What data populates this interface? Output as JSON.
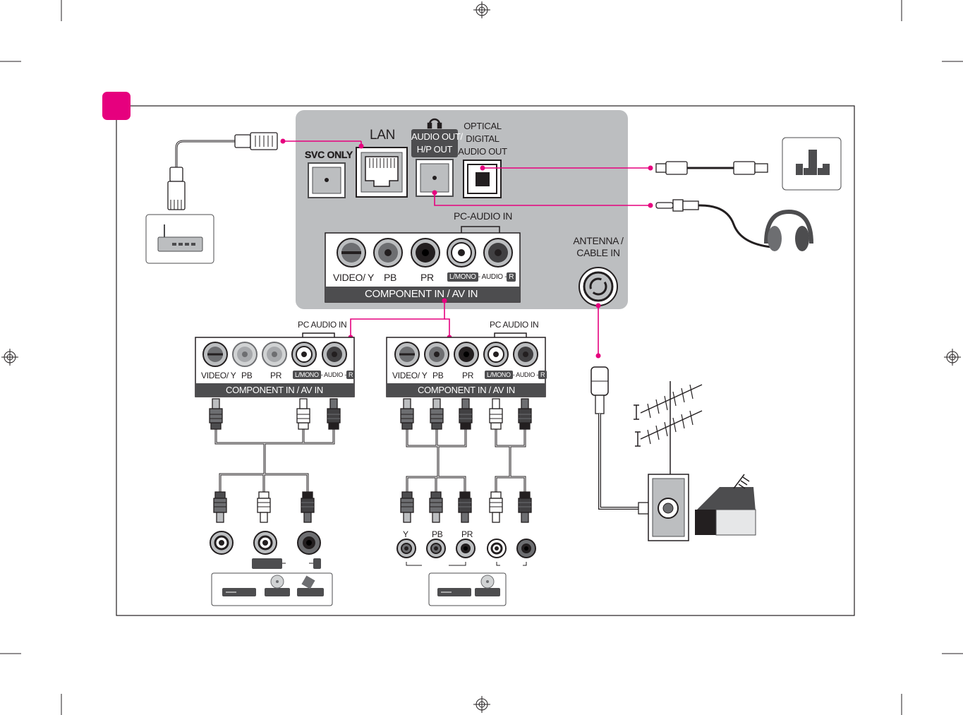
{
  "colors": {
    "accent": "#e6007e",
    "panel": "#bcbec0",
    "dark": "#4d4d4f",
    "frame": "#231f20"
  },
  "panel": {
    "lan_label": "LAN",
    "svc_label": "SVC ONLY",
    "audio_out_label_1": "AUDIO OUT/",
    "audio_out_label_2": "H/P OUT",
    "optical_label_1": "OPTICAL",
    "optical_label_2": "DIGITAL",
    "optical_label_3": "AUDIO OUT",
    "pc_audio_in": "PC-AUDIO IN",
    "antenna_label_1": "ANTENNA /",
    "antenna_label_2": "CABLE IN",
    "video_y": "VIDEO/ Y",
    "pb": "PB",
    "pr": "PR",
    "lmono": "L/MONO",
    "audio": "- AUDIO -",
    "r": "R",
    "component_bar": "COMPONENT IN / AV IN"
  },
  "left_panel": {
    "pc_audio_in": "PC AUDIO IN",
    "video_y": "VIDEO/ Y",
    "pb": "PB",
    "pr": "PR",
    "lmono": "L/MONO",
    "audio": "- AUDIO -",
    "r": "R",
    "component_bar": "COMPONENT IN / AV IN"
  },
  "right_panel": {
    "pc_audio_in": "PC AUDIO IN",
    "video_y": "VIDEO/ Y",
    "pb": "PB",
    "pr": "PR",
    "lmono": "L/MONO",
    "audio": "- AUDIO -",
    "r": "R",
    "component_bar": "COMPONENT IN / AV IN"
  },
  "component_device_jacks": {
    "y": "Y",
    "pb": "PB",
    "pr": "PR"
  },
  "icons": [
    "registration-mark-icon",
    "router-icon",
    "lan-cable-icon",
    "speaker-system-icon",
    "optical-cable-icon",
    "headphones-icon",
    "audio-plug-icon",
    "antenna-icon",
    "house-icon",
    "wall-plate-icon",
    "dvd-player-icon",
    "disc-icon",
    "vcr-icon"
  ]
}
